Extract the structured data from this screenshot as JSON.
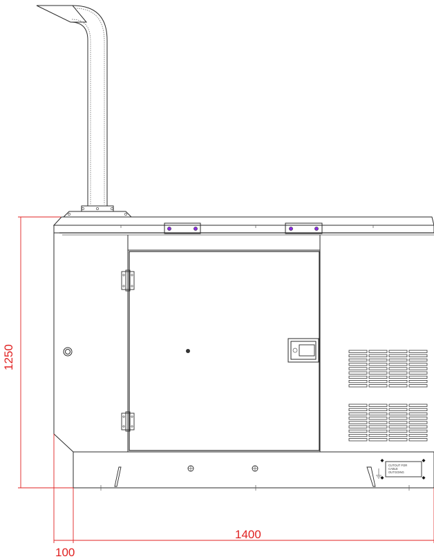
{
  "dimensions": {
    "height": "1250",
    "width": "1400",
    "offset": "100"
  },
  "labels": {
    "cutout_line1": "CUTOUT FOR",
    "cutout_line2": "CABLE",
    "cutout_line3": "OUTGOING"
  },
  "colors": {
    "dimension": "#e02020",
    "outline": "#2a2a2a",
    "bolt": "#8a2be2"
  }
}
